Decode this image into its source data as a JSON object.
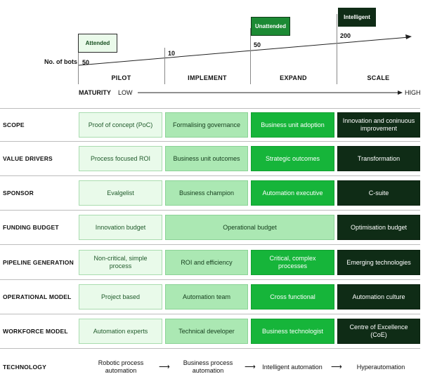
{
  "header": {
    "bots_label": "No. of bots",
    "maturity_label": "MATURITY",
    "low_label": "LOW",
    "high_label": "HIGH",
    "stages": [
      "PILOT",
      "IMPLEMENT",
      "EXPAND",
      "SCALE"
    ],
    "tags": [
      {
        "label": "Attended",
        "value": "50"
      },
      {
        "label": "",
        "value": "10"
      },
      {
        "label": "Unattended",
        "value": "50"
      },
      {
        "label": "Intelligent",
        "value": "200"
      }
    ]
  },
  "rows": [
    {
      "label": "SCOPE",
      "cells": [
        "Proof of concept (PoC)",
        "Formalising governance",
        "Business unit adoption",
        "Innovation and coninuous improvement"
      ]
    },
    {
      "label": "VALUE DRIVERS",
      "cells": [
        "Process focused ROI",
        "Business unit outcomes",
        "Strategic outcomes",
        "Transformation"
      ]
    },
    {
      "label": "SPONSOR",
      "cells": [
        "Evalgelist",
        "Business champion",
        "Automation executive",
        "C-suite"
      ]
    },
    {
      "label": "FUNDING BUDGET",
      "cells": [
        "Innovation budget",
        "Operational budget",
        "Optimisation budget"
      ]
    },
    {
      "label": "PIPELINE GENERATION",
      "cells": [
        "Non-critical, simple process",
        "ROI and efficiency",
        "Critical, complex processes",
        "Emerging technologies"
      ]
    },
    {
      "label": "OPERATIONAL MODEL",
      "cells": [
        "Project based",
        "Automation team",
        "Cross functional",
        "Automation culture"
      ]
    },
    {
      "label": "WORKFORCE MODEL",
      "cells": [
        "Automation experts",
        "Technical developer",
        "Business technologist",
        "Centre of Excellence (CoE)"
      ]
    }
  ],
  "technology": {
    "label": "TECHNOLOGY",
    "items": [
      "Robotic process automation",
      "Business process automation",
      "Intelligent automation",
      "Hyperautomation"
    ]
  }
}
